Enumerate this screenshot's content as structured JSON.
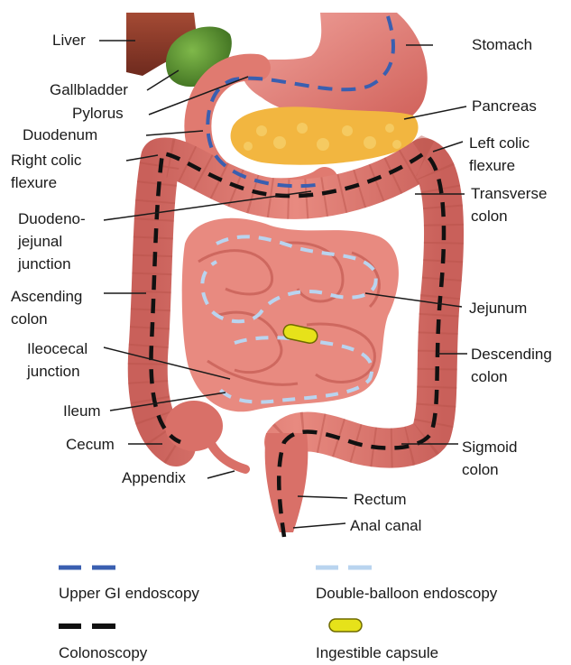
{
  "labels": {
    "liver": "Liver",
    "gallbladder": "Gallbladder",
    "pylorus": "Pylorus",
    "duodenum": "Duodenum",
    "right_colic_flexure": [
      "Right colic",
      "flexure"
    ],
    "duodenojejunal_junction": [
      "Duodeno-",
      "jejunal",
      "junction"
    ],
    "ascending_colon": [
      "Ascending",
      "colon"
    ],
    "ileocecal_junction": [
      "Ileocecal",
      "junction"
    ],
    "ileum": "Ileum",
    "cecum": "Cecum",
    "appendix": "Appendix",
    "stomach": "Stomach",
    "pancreas": "Pancreas",
    "left_colic_flexure": [
      "Left colic",
      "flexure"
    ],
    "transverse_colon": [
      "Transverse",
      "colon"
    ],
    "jejunum": "Jejunum",
    "descending_colon": [
      "Descending",
      "colon"
    ],
    "sigmoid_colon": [
      "Sigmoid",
      "colon"
    ],
    "rectum": "Rectum",
    "anal_canal": "Anal canal"
  },
  "legend": {
    "upper_gi": "Upper GI endoscopy",
    "double_balloon": "Double-balloon endoscopy",
    "colonoscopy": "Colonoscopy",
    "capsule": "Ingestible capsule"
  },
  "colors": {
    "upper_gi": "#3a5fb0",
    "double_balloon": "#b9d4ef",
    "colonoscopy": "#111111",
    "capsule": "#e6e21a",
    "intestine": "#e07a70",
    "intestine_dark": "#b8524a",
    "stomach": "#e9857f",
    "liver": "#8b3a2a",
    "gallbladder": "#4f8a2a",
    "pancreas": "#f2b640"
  }
}
